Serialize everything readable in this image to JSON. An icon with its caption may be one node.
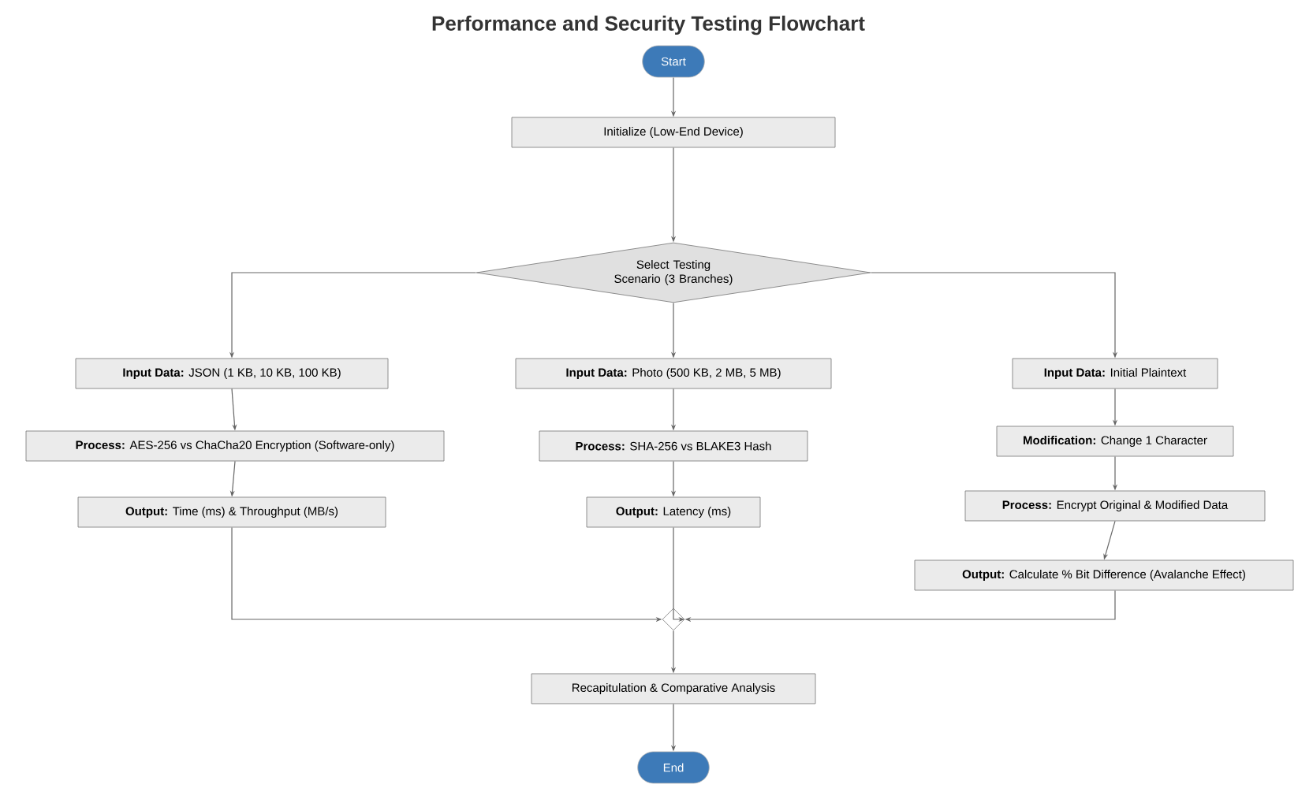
{
  "diagram": {
    "title": "Performance and Security Testing Flowchart",
    "nodes": [
      {
        "text": [
          "Start"
        ]
      },
      {
        "text": [
          "Initialize (Low-End Device)"
        ]
      },
      {
        "text": [
          "Select Testing Scenario (3 Branches)"
        ]
      },
      {
        "text": [
          "**Input Data:** JSON (1 KB, 10 KB, 100 KB)"
        ]
      },
      {
        "text": [
          "**Process:** AES-256 vs ChaCha20 Encryption (Software-only)"
        ]
      },
      {
        "text": [
          "**Output:** Time (ms) & Throughput (MB/s)"
        ]
      },
      {
        "text": [
          "**Input Data:** Photo (500 KB, 2 MB, 5 MB)"
        ]
      },
      {
        "text": [
          "**Process:** SHA-256 vs BLAKE3 Hash"
        ]
      },
      {
        "text": [
          "**Output:** Latency (ms)"
        ]
      },
      {
        "text": [
          "**Input Data:** Initial Plaintext"
        ]
      },
      {
        "text": [
          "**Modification:** Change 1 Character"
        ]
      },
      {
        "text": [
          "**Process:** Encrypt Original & Modified Data"
        ]
      },
      {
        "text": [
          "**Output:** Calculate % Bit Difference (Avalanche Effect)"
        ]
      },
      {
        "text": [],
        "shape": "diamond"
      },
      {
        "text": [
          "Recapitulation & Comparative Analysis"
        ]
      },
      {
        "text": [
          "End"
        ]
      }
    ],
    "edges": [
      {
        "from": 0,
        "to": 1,
        "arrow": "to"
      },
      {
        "from": 1,
        "to": 2,
        "arrow": "to"
      },
      {
        "from": 2,
        "to": 3,
        "arrow": "to"
      },
      {
        "from": 2,
        "to": 6,
        "arrow": "to"
      },
      {
        "from": 2,
        "to": 9,
        "arrow": "to"
      },
      {
        "from": 3,
        "to": 4,
        "arrow": "to"
      },
      {
        "from": 4,
        "to": 5,
        "arrow": "to"
      },
      {
        "from": 6,
        "to": 7,
        "arrow": "to"
      },
      {
        "from": 7,
        "to": 8,
        "arrow": "to"
      },
      {
        "from": 9,
        "to": 10,
        "arrow": "to"
      },
      {
        "from": 10,
        "to": 11,
        "arrow": "to"
      },
      {
        "from": 11,
        "to": 12,
        "arrow": "to"
      },
      {
        "from": 5,
        "to": 13,
        "arrow": "to"
      },
      {
        "from": 8,
        "to": 13,
        "arrow": "to"
      },
      {
        "from": 12,
        "to": 13,
        "arrow": "to"
      },
      {
        "from": 13,
        "to": 14,
        "arrow": "to"
      },
      {
        "from": 14,
        "to": 15,
        "arrow": "to"
      }
    ]
  }
}
